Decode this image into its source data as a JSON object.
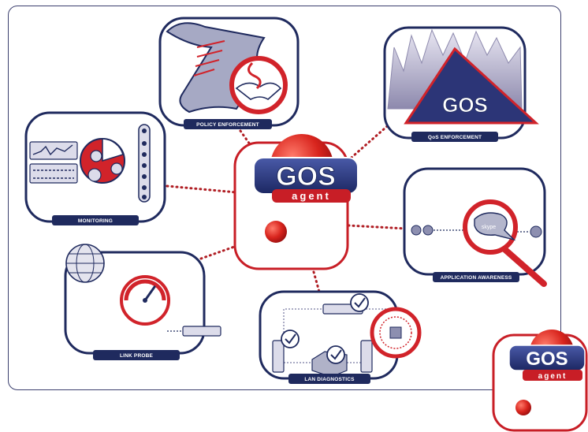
{
  "diagram": {
    "center": {
      "brand": "GOS",
      "sub": "agent"
    },
    "corner_logo": {
      "brand": "GOS",
      "sub": "agent"
    },
    "modules": [
      {
        "id": "policy",
        "label": "POLICY ENFORCEMENT"
      },
      {
        "id": "qos",
        "label": "QoS ENFORCEMENT",
        "badge": "GOS"
      },
      {
        "id": "monitoring",
        "label": "MONITORING"
      },
      {
        "id": "app",
        "label": "APPLICATION AWARENESS",
        "bubble_text": "skype"
      },
      {
        "id": "probe",
        "label": "LINK PROBE"
      },
      {
        "id": "lan",
        "label": "LAN DIAGNOSTICS"
      }
    ]
  },
  "colors": {
    "navy": "#1f2a5e",
    "red": "#d1232a",
    "frame": "#3b3f6e",
    "grey": "#9a9ab5"
  }
}
